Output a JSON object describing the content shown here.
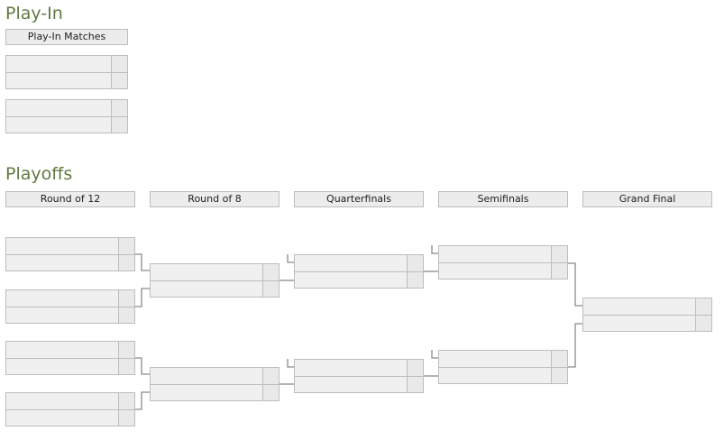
{
  "playin": {
    "title": "Play-In",
    "header": "Play-In Matches"
  },
  "playoffs": {
    "title": "Playoffs",
    "rounds": [
      "Round of 12",
      "Round of 8",
      "Quarterfinals",
      "Semifinals",
      "Grand Final"
    ]
  }
}
